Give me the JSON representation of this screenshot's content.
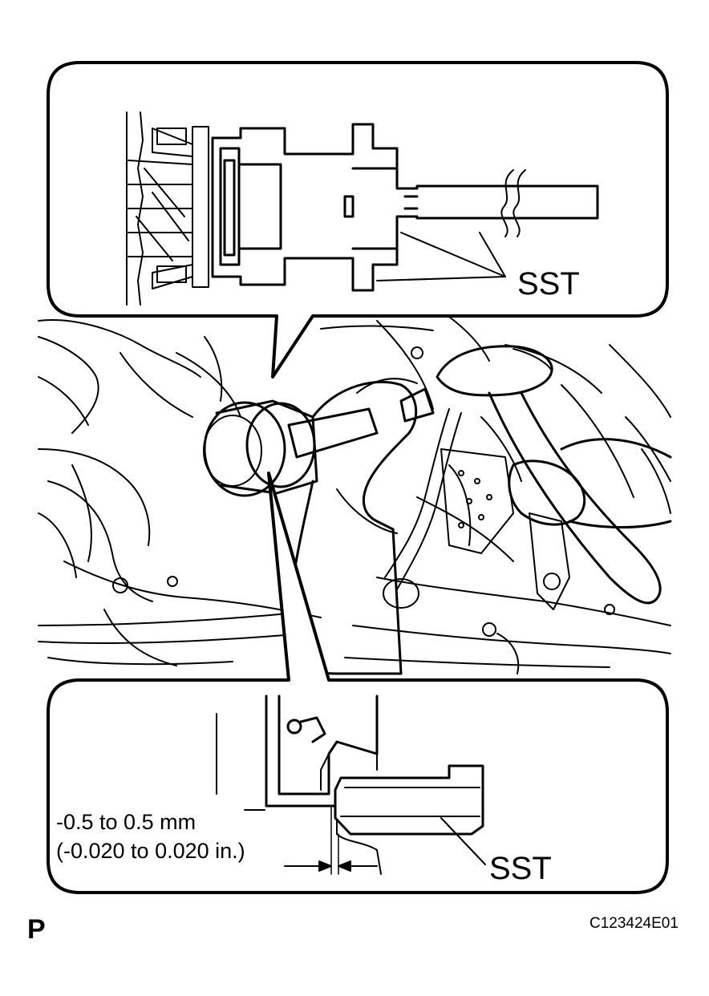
{
  "labels": {
    "sst_top": "SST",
    "sst_bottom": "SST",
    "range_mm": "-0.5 to 0.5 mm",
    "range_in": "(-0.020 to 0.020 in.)",
    "corner_mark": "P",
    "figure_code": "C123424E01"
  },
  "colors": {
    "line": "#000000",
    "background": "#ffffff"
  }
}
